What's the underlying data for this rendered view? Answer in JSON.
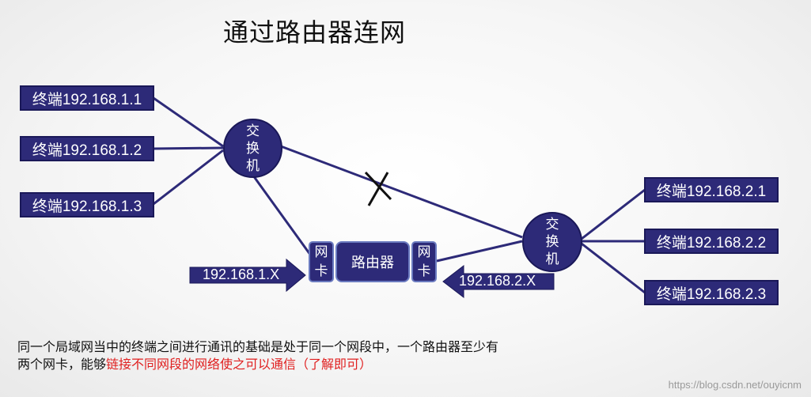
{
  "title": "通过路由器连网",
  "left_terminals": [
    "终端192.168.1.1",
    "终端192.168.1.2",
    "终端192.168.1.3"
  ],
  "right_terminals": [
    "终端192.168.2.1",
    "终端192.168.2.2",
    "终端192.168.2.3"
  ],
  "switch_label": [
    "交",
    "换",
    "机"
  ],
  "nic_label": [
    "网",
    "卡"
  ],
  "router_label": "路由器",
  "left_subnet": "192.168.1.X",
  "right_subnet": "192.168.2.X",
  "note": {
    "text_normal": "同一个局域网当中的终端之间进行通讯的基础是处于同一个网段中，一个路由器至少有两个网卡，能够",
    "text_highlight": "链接不同网段的网络使之可以通信（了解即可）"
  },
  "colors": {
    "node_fill": "#2d2a78",
    "line": "#2d2a78",
    "highlight": "#e02020"
  },
  "watermark": "https://blog.csdn.net/ouyicnm"
}
